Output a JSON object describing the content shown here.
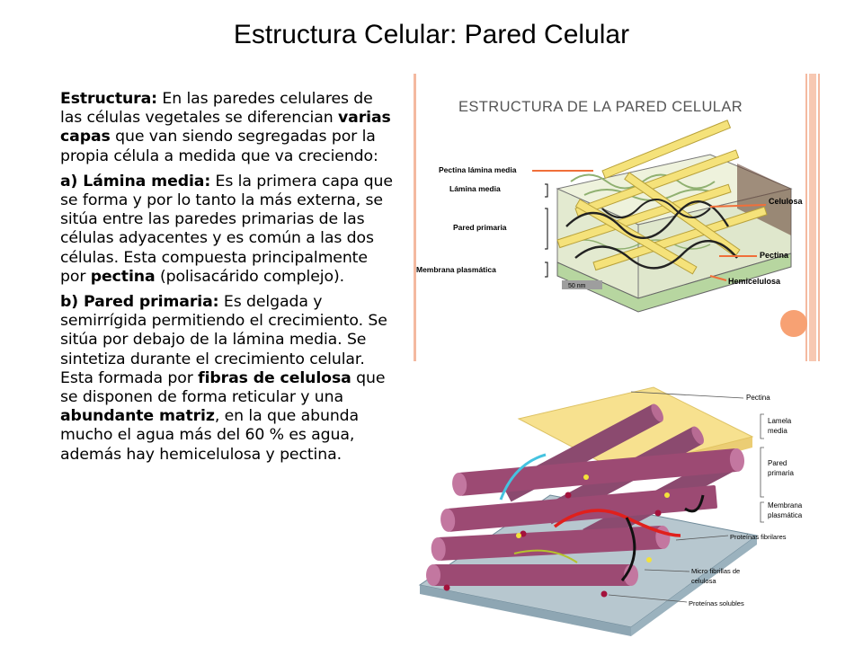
{
  "slide": {
    "title": "Estructura Celular: Pared Celular"
  },
  "text": {
    "p1": {
      "lead": "Estructura:",
      "a": " En las paredes celulares de las células vegetales se diferencian ",
      "bold": "varias capas",
      "b": " que van siendo segregadas por la propia célula a medida que va creciendo:"
    },
    "p2": {
      "lead": "a) Lámina media:",
      "a": " Es la primera capa que se forma y por lo tanto la más externa, se sitúa entre las paredes primarias de las células adyacentes y es común a las dos células. Esta compuesta principalmente por ",
      "bold": "pectina",
      "b": " (polisacárido complejo)."
    },
    "p3": {
      "lead": "b) Pared primaria:",
      "a": " Es delgada y semirrígida permitiendo el crecimiento. Se sitúa por debajo de la lámina media. Se sintetiza durante el crecimiento celular. Esta formada por ",
      "bold1": "fibras de celulosa",
      "b": " que se disponen de forma reticular y una ",
      "bold2": "abundante matriz",
      "c": ", en la que abunda mucho el agua más del 60 % es agua, además hay hemicelulosa y pectina."
    }
  },
  "figure_top": {
    "heading": "ESTRUCTURA DE LA PARED CELULAR",
    "labels": {
      "pectina_lamina": "Pectina lámina media",
      "lamina_media": "Lámina media",
      "pared_primaria": "Pared primaria",
      "membrana": "Membrana plasmática",
      "celulosa": "Celulosa",
      "pectina": "Pectina",
      "hemicelulosa": "Hemicelulosa",
      "scale": "50 nm"
    }
  },
  "figure_bottom": {
    "labels": {
      "pectina": "Pectina",
      "lamela1": "Lamela",
      "lamela2": "media",
      "pared1": "Pared",
      "pared2": "primaria",
      "membrana1": "Membrana",
      "membrana2": "plasmática",
      "proteinas_fibrilares": "Proteínas fibrilares",
      "microfibrillas1": "Micro fibrillas de",
      "microfibrillas2": "celulosa",
      "proteinas_solubles": "Proteínas solubles"
    }
  },
  "colors": {
    "accent_orange": "#f7a173",
    "accent_line": "#f4b9a0",
    "cellulose_yellow": "#f5e27a",
    "fiber_purple": "#9c4a73",
    "pectin_layer": "#f6dc7c"
  }
}
